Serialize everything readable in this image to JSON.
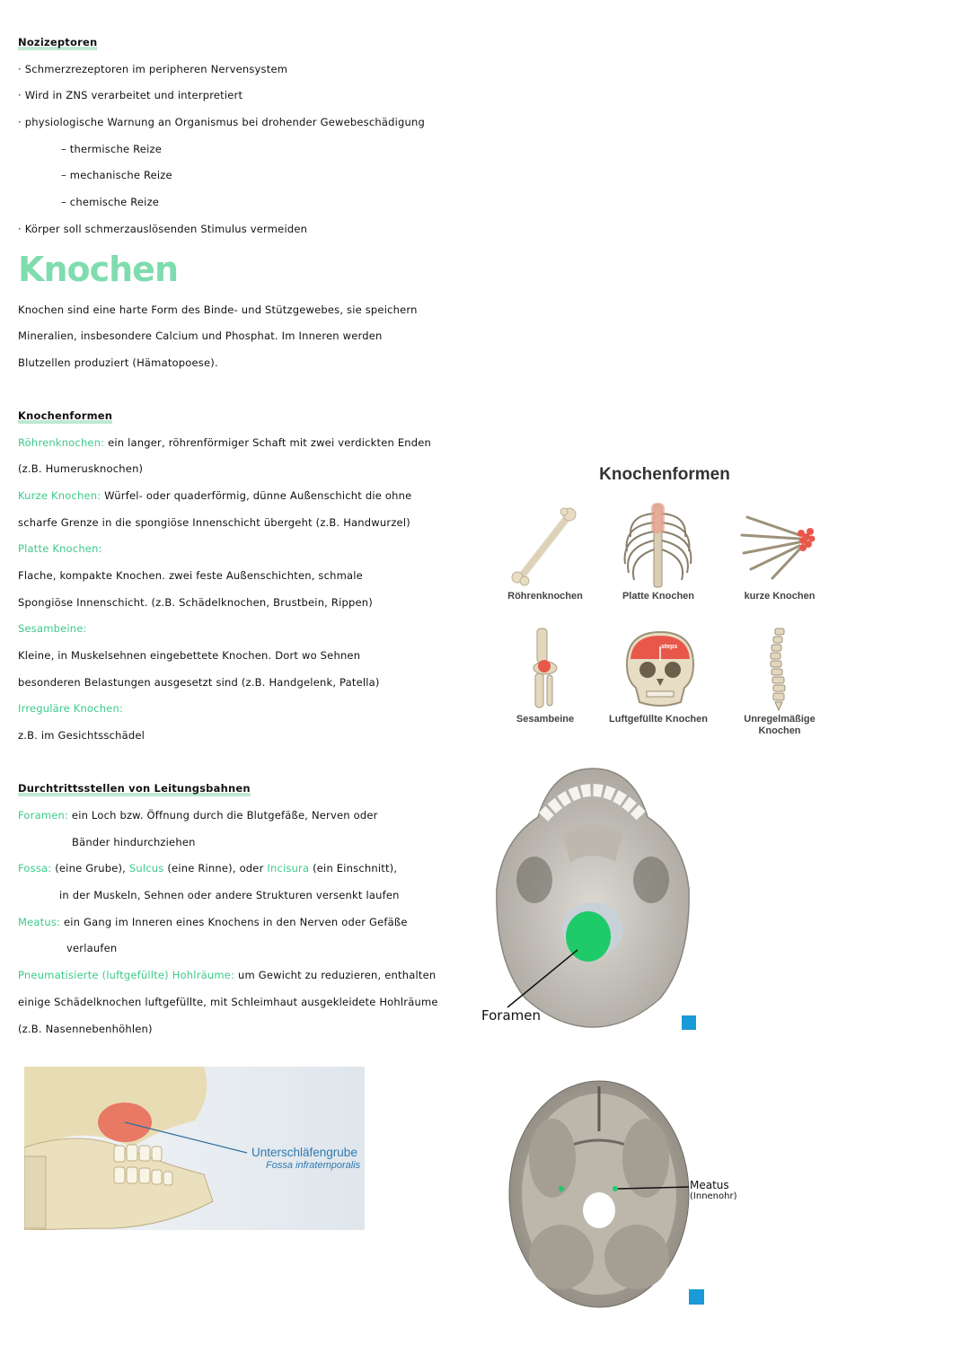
{
  "noz": {
    "heading": "Nozizeptoren",
    "lines": [
      "· Schmerzrezeptoren im peripheren Nervensystem",
      "· Wird in ZNS verarbeitet und interpretiert",
      "· physiologische Warnung an Organismus bei drohender Gewebeschädigung",
      "– thermische Reize",
      "– mechanische Reize",
      "– chemische Reize",
      "· Körper soll schmerzauslösenden Stimulus vermeiden"
    ]
  },
  "knochen": {
    "title": "Knochen",
    "intro": [
      "Knochen sind eine harte Form des Binde- und Stützgewebes, sie speichern",
      "Mineralien, insbesondere Calcium und Phosphat. Im Inneren werden",
      "Blutzellen produziert (Hämatopoese)."
    ],
    "formen_heading": "Knochenformen",
    "roehren_term": "Röhrenknochen:",
    "roehren_text": "ein langer, röhrenförmiger Schaft mit zwei verdickten Enden",
    "roehren_ex": "(z.B. Humerusknochen)",
    "kurze_term": "Kurze Knochen:",
    "kurze_text": "Würfel- oder quaderförmig, dünne Außenschicht die ohne",
    "kurze_text2": "scharfe Grenze in die spongiöse Innenschicht übergeht (z.B. Handwurzel)",
    "platte_term": "Platte Knochen:",
    "platte_text1": "Flache, kompakte Knochen. zwei feste Außenschichten, schmale",
    "platte_text2": "Spongiöse Innenschicht. (z.B. Schädelknochen, Brustbein, Rippen)",
    "sesam_term": "Sesambeine:",
    "sesam_text1": "Kleine, in Muskelsehnen eingebettete Knochen. Dort wo Sehnen",
    "sesam_text2": "besonderen Belastungen ausgesetzt sind (z.B. Handgelenk, Patella)",
    "irr_term": "Irreguläre Knochen:",
    "irr_text": "z.B. im Gesichtsschädel"
  },
  "durch": {
    "heading": "Durchtrittsstellen von Leitungsbahnen",
    "foramen_term": "Foramen:",
    "foramen_text1": "ein Loch bzw. Öffnung durch die Blutgefäße, Nerven oder",
    "foramen_text2": "Bänder hindurchziehen",
    "fossa_term": "Fossa:",
    "fossa_text": "(eine Grube),",
    "sulcus_term": "Sulcus",
    "sulcus_text": "(eine Rinne), oder",
    "incisura_term": "Incisura",
    "incisura_text": "(ein Einschnitt),",
    "fossa_text2": "in der Muskeln, Sehnen oder andere Strukturen versenkt laufen",
    "meatus_term": "Meatus:",
    "meatus_text1": "ein Gang im Inneren eines Knochens in den Nerven oder Gefäße",
    "meatus_text2": "verlaufen",
    "pneu_term": "Pneumatisierte (luftgefüllte) Hohlräume:",
    "pneu_text1": "um Gewicht zu reduzieren, enthalten",
    "pneu_text2": "einige Schädelknochen luftgefüllte, mit Schleimhaut ausgekleidete Hohlräume",
    "pneu_text3": "(z.B. Nasennebenhöhlen)"
  },
  "figure": {
    "title": "Knochenformen",
    "captions": {
      "roehren": "Röhrenknochen",
      "platte": "Platte Knochen",
      "kurze": "kurze Knochen",
      "sesam": "Sesambeine",
      "luft": "Luftgefüllte Knochen",
      "unreg": "Unregelmäßige Knochen"
    },
    "skull_label": "steps"
  },
  "images": {
    "foramen_label": "Foramen",
    "meatus_label1": "Meatus",
    "meatus_label2": "(Innenohr)",
    "fossa_label": "Unterschläfengrube",
    "fossa_label_latin": "Fossa infratemporalis"
  },
  "colors": {
    "accent_green": "#3cc98b",
    "title_green": "#7fdcae",
    "foramen_fill": "#1ecb68",
    "red_highlight": "#e8584a"
  }
}
